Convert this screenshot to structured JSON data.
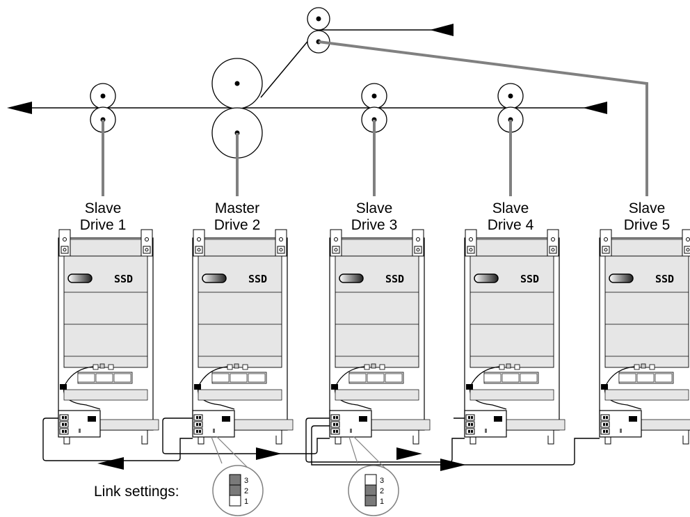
{
  "drives": [
    {
      "role": "Slave",
      "label": "Drive 1",
      "logo": "SSD"
    },
    {
      "role": "Master",
      "label": "Drive 2",
      "logo": "SSD"
    },
    {
      "role": "Slave",
      "label": "Drive 3",
      "logo": "SSD"
    },
    {
      "role": "Slave",
      "label": "Drive 4",
      "logo": "SSD"
    },
    {
      "role": "Slave",
      "label": "Drive 5",
      "logo": "SSD"
    }
  ],
  "link_settings": {
    "label": "Link settings:",
    "positions": [
      "3",
      "2",
      "1"
    ],
    "insets": [
      {
        "drive": "Drive 2",
        "fitted": [
          "3",
          "2"
        ]
      },
      {
        "drive": "Drive 3",
        "fitted": [
          "2",
          "1"
        ]
      }
    ]
  },
  "colors": {
    "line": "#000000",
    "shaft": "#808080",
    "panel": "#e6e6e6",
    "link_fill": "#7a7a7a"
  }
}
